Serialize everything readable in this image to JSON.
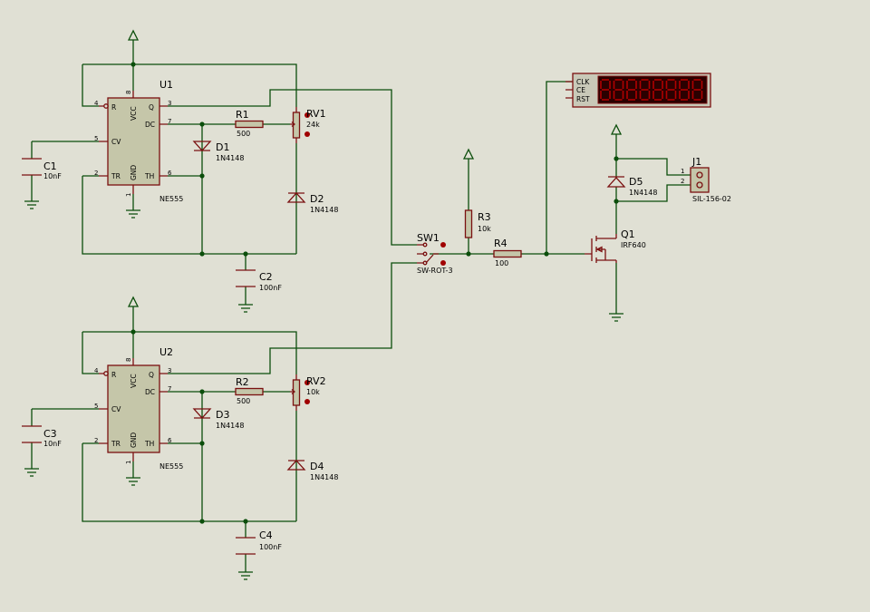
{
  "timers": [
    {
      "ref": "U1",
      "type": "NE555",
      "pins": {
        "reset": "R",
        "vcc": "VCC",
        "q": "Q",
        "dc": "DC",
        "cv": "CV",
        "tr": "TR",
        "gnd": "GND",
        "th": "TH"
      },
      "pin_numbers": {
        "p4": "4",
        "p8": "8",
        "p3": "3",
        "p7": "7",
        "p5": "5",
        "p2": "2",
        "p1": "1",
        "p6": "6"
      }
    },
    {
      "ref": "U2",
      "type": "NE555",
      "pins": {
        "reset": "R",
        "vcc": "VCC",
        "q": "Q",
        "dc": "DC",
        "cv": "CV",
        "tr": "TR",
        "gnd": "GND",
        "th": "TH"
      },
      "pin_numbers": {
        "p4": "4",
        "p8": "8",
        "p3": "3",
        "p7": "7",
        "p5": "5",
        "p2": "2",
        "p1": "1",
        "p6": "6"
      }
    }
  ],
  "resistors": {
    "R1": {
      "ref": "R1",
      "value": "500"
    },
    "R2": {
      "ref": "R2",
      "value": "500"
    },
    "R3": {
      "ref": "R3",
      "value": "10k"
    },
    "R4": {
      "ref": "R4",
      "value": "100"
    }
  },
  "pots": {
    "RV1": {
      "ref": "RV1",
      "value": "24k"
    },
    "RV2": {
      "ref": "RV2",
      "value": "10k"
    }
  },
  "capacitors": {
    "C1": {
      "ref": "C1",
      "value": "10nF"
    },
    "C2": {
      "ref": "C2",
      "value": "100nF"
    },
    "C3": {
      "ref": "C3",
      "value": "10nF"
    },
    "C4": {
      "ref": "C4",
      "value": "100nF"
    }
  },
  "diodes": {
    "D1": {
      "ref": "D1",
      "value": "1N4148"
    },
    "D2": {
      "ref": "D2",
      "value": "1N4148"
    },
    "D3": {
      "ref": "D3",
      "value": "1N4148"
    },
    "D4": {
      "ref": "D4",
      "value": "1N4148"
    },
    "D5": {
      "ref": "D5",
      "value": "1N4148"
    }
  },
  "switch": {
    "ref": "SW1",
    "type": "SW-ROT-3"
  },
  "mosfet": {
    "ref": "Q1",
    "type": "IRF640"
  },
  "connector": {
    "ref": "J1",
    "type": "SIL-156-02",
    "pin1": "1",
    "pin2": "2"
  },
  "counter": {
    "pins": [
      "CLK",
      "CE",
      "RST"
    ],
    "digits": 8
  },
  "colors": {
    "wire": "#0b4e0b",
    "component": "#7a1010",
    "ic_body": "#c5c6a9",
    "background": "#e0e0d4",
    "display_segments": "#b00000"
  }
}
